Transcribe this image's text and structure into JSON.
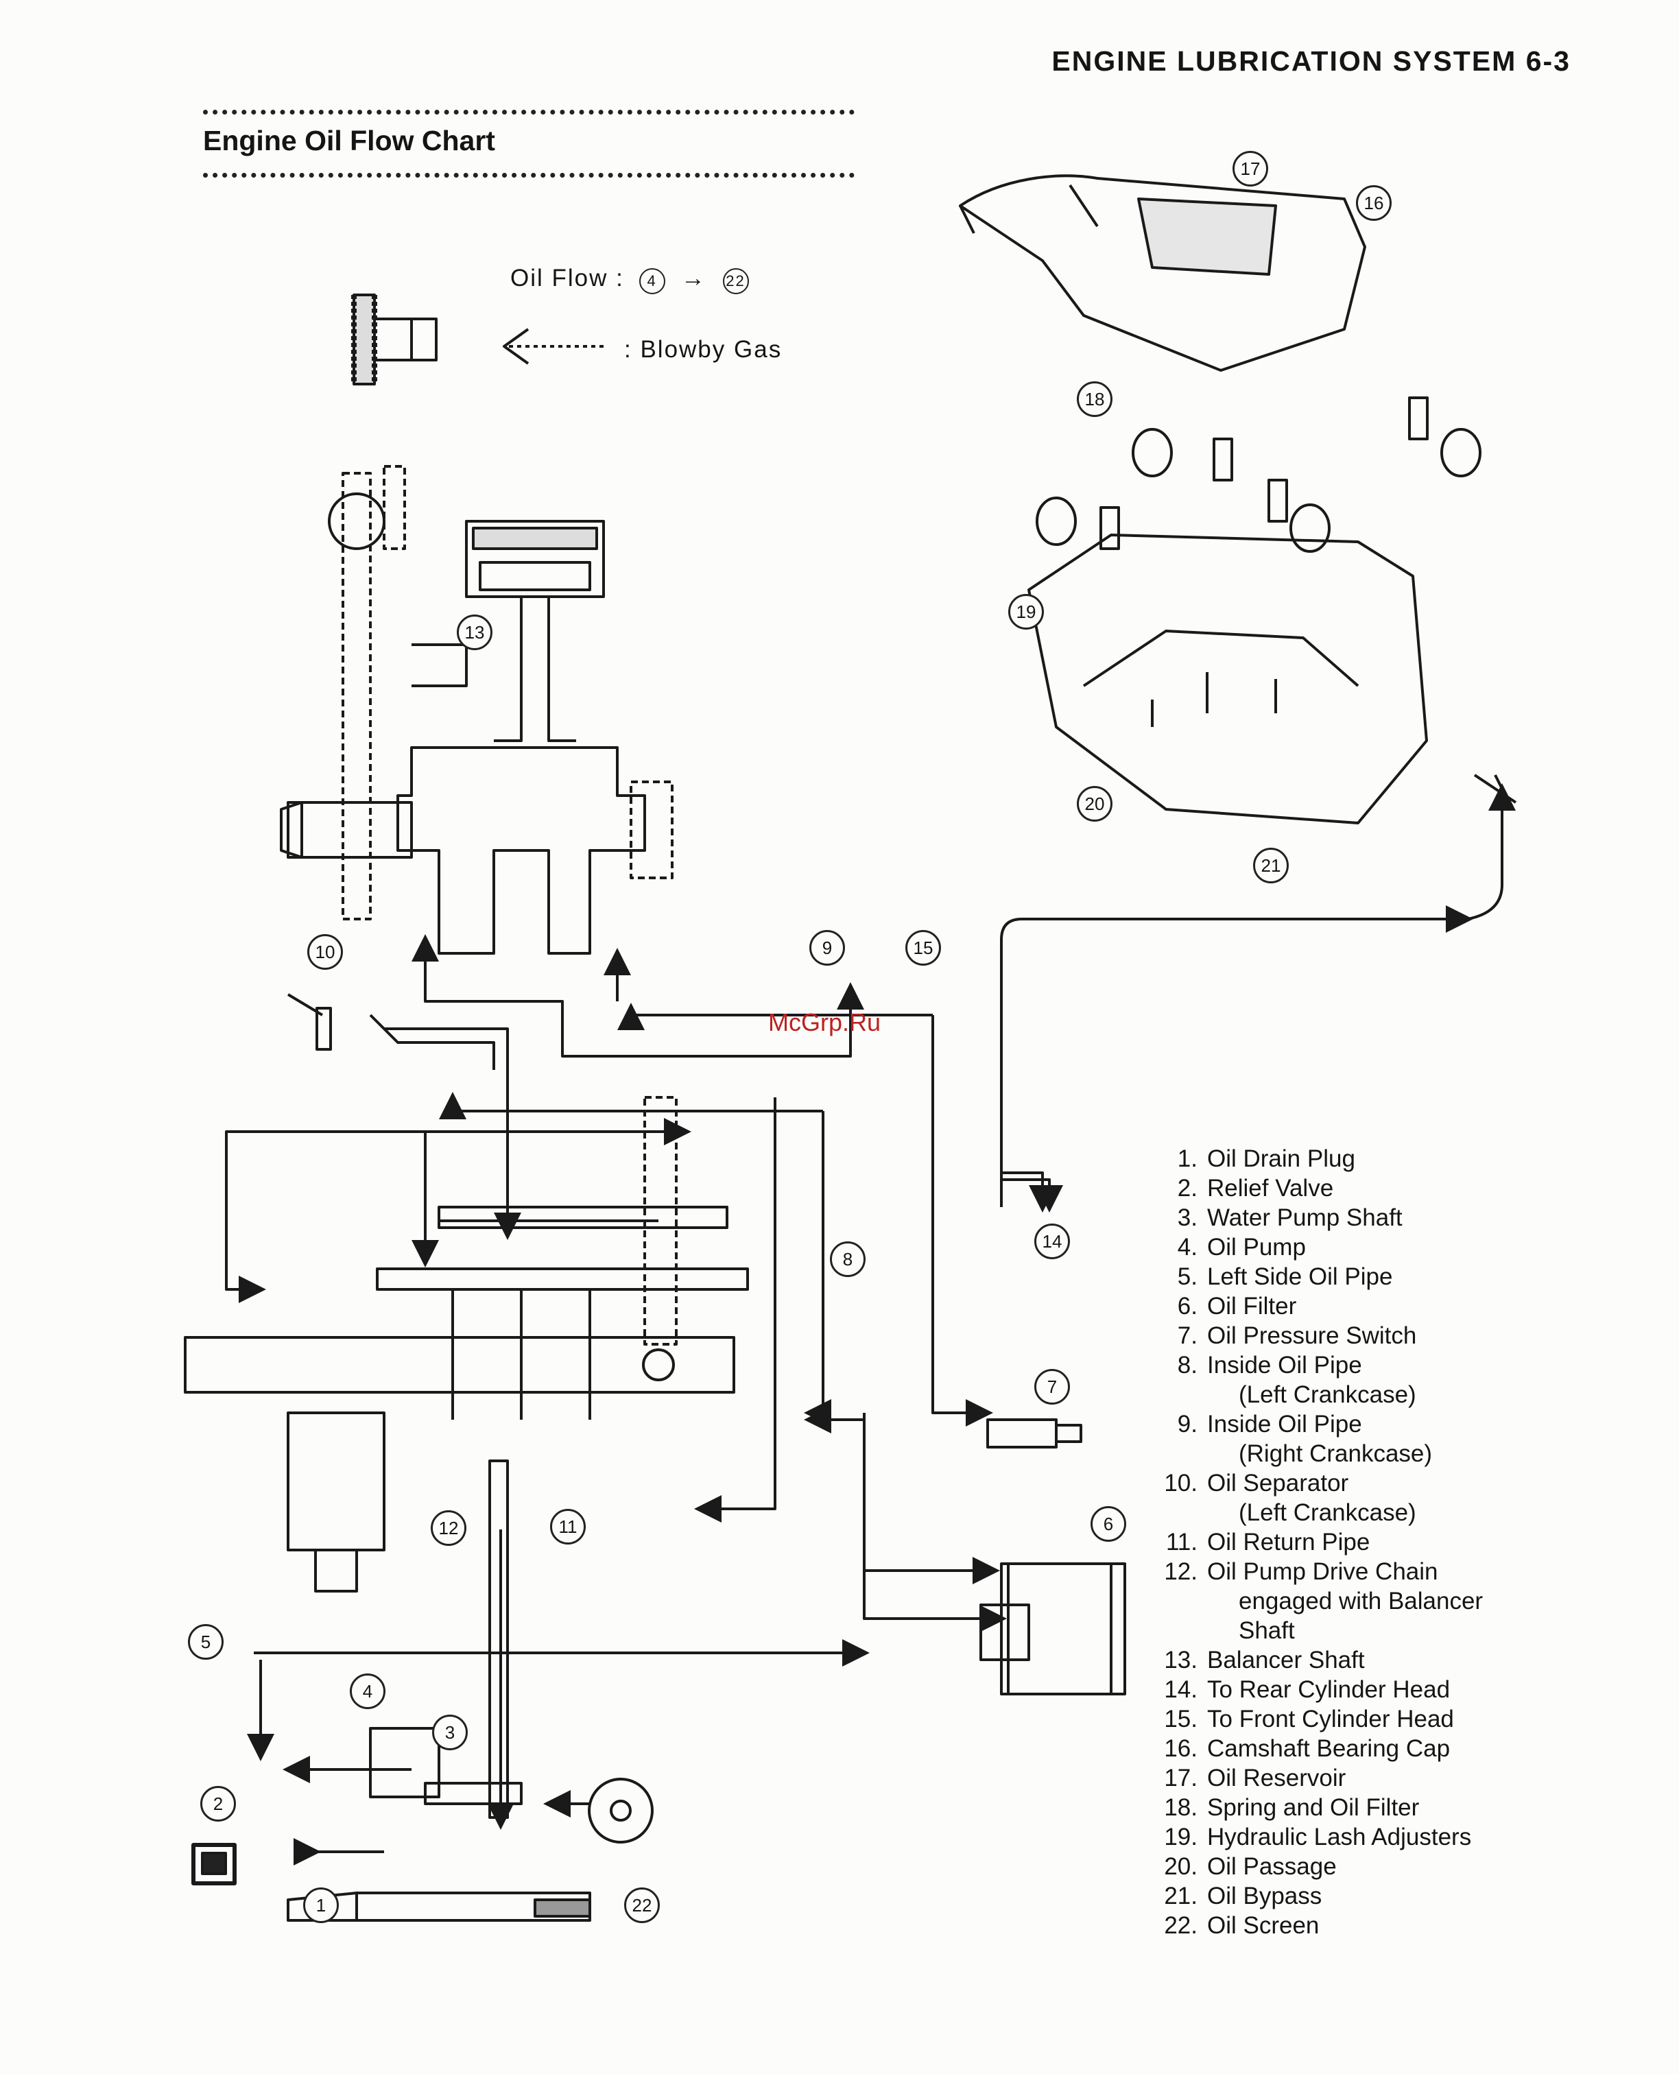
{
  "header": "ENGINE LUBRICATION SYSTEM 6-3",
  "chart_title": "Engine Oil Flow Chart",
  "legend": {
    "oil_flow_label": "Oil Flow :",
    "oil_flow_from": "4",
    "oil_flow_to": "22",
    "blowby_label": ": Blowby Gas"
  },
  "watermark": "McGrp.Ru",
  "callouts": [
    "1",
    "2",
    "3",
    "4",
    "5",
    "6",
    "7",
    "8",
    "9",
    "10",
    "11",
    "12",
    "13",
    "14",
    "15",
    "16",
    "17",
    "18",
    "19",
    "20",
    "21",
    "22"
  ],
  "parts": [
    {
      "num": "1.",
      "name": "Oil Drain Plug"
    },
    {
      "num": "2.",
      "name": "Relief Valve"
    },
    {
      "num": "3.",
      "name": "Water Pump Shaft"
    },
    {
      "num": "4.",
      "name": "Oil Pump"
    },
    {
      "num": "5.",
      "name": "Left Side Oil Pipe"
    },
    {
      "num": "6.",
      "name": "Oil Filter"
    },
    {
      "num": "7.",
      "name": "Oil Pressure Switch"
    },
    {
      "num": "8.",
      "name": "Inside Oil Pipe",
      "cont": "(Left Crankcase)"
    },
    {
      "num": "9.",
      "name": "Inside Oil Pipe",
      "cont": "(Right Crankcase)"
    },
    {
      "num": "10.",
      "name": "Oil Separator",
      "cont": "(Left Crankcase)"
    },
    {
      "num": "11.",
      "name": "Oil Return Pipe"
    },
    {
      "num": "12.",
      "name": "Oil Pump Drive Chain",
      "cont": "engaged with Balancer",
      "cont2": "Shaft"
    },
    {
      "num": "13.",
      "name": "Balancer Shaft"
    },
    {
      "num": "14.",
      "name": "To Rear Cylinder Head"
    },
    {
      "num": "15.",
      "name": "To Front Cylinder Head"
    },
    {
      "num": "16.",
      "name": "Camshaft Bearing Cap"
    },
    {
      "num": "17.",
      "name": "Oil Reservoir"
    },
    {
      "num": "18.",
      "name": "Spring and Oil Filter"
    },
    {
      "num": "19.",
      "name": "Hydraulic Lash Adjusters"
    },
    {
      "num": "20.",
      "name": "Oil Passage"
    },
    {
      "num": "21.",
      "name": "Oil Bypass"
    },
    {
      "num": "22.",
      "name": "Oil Screen"
    }
  ]
}
